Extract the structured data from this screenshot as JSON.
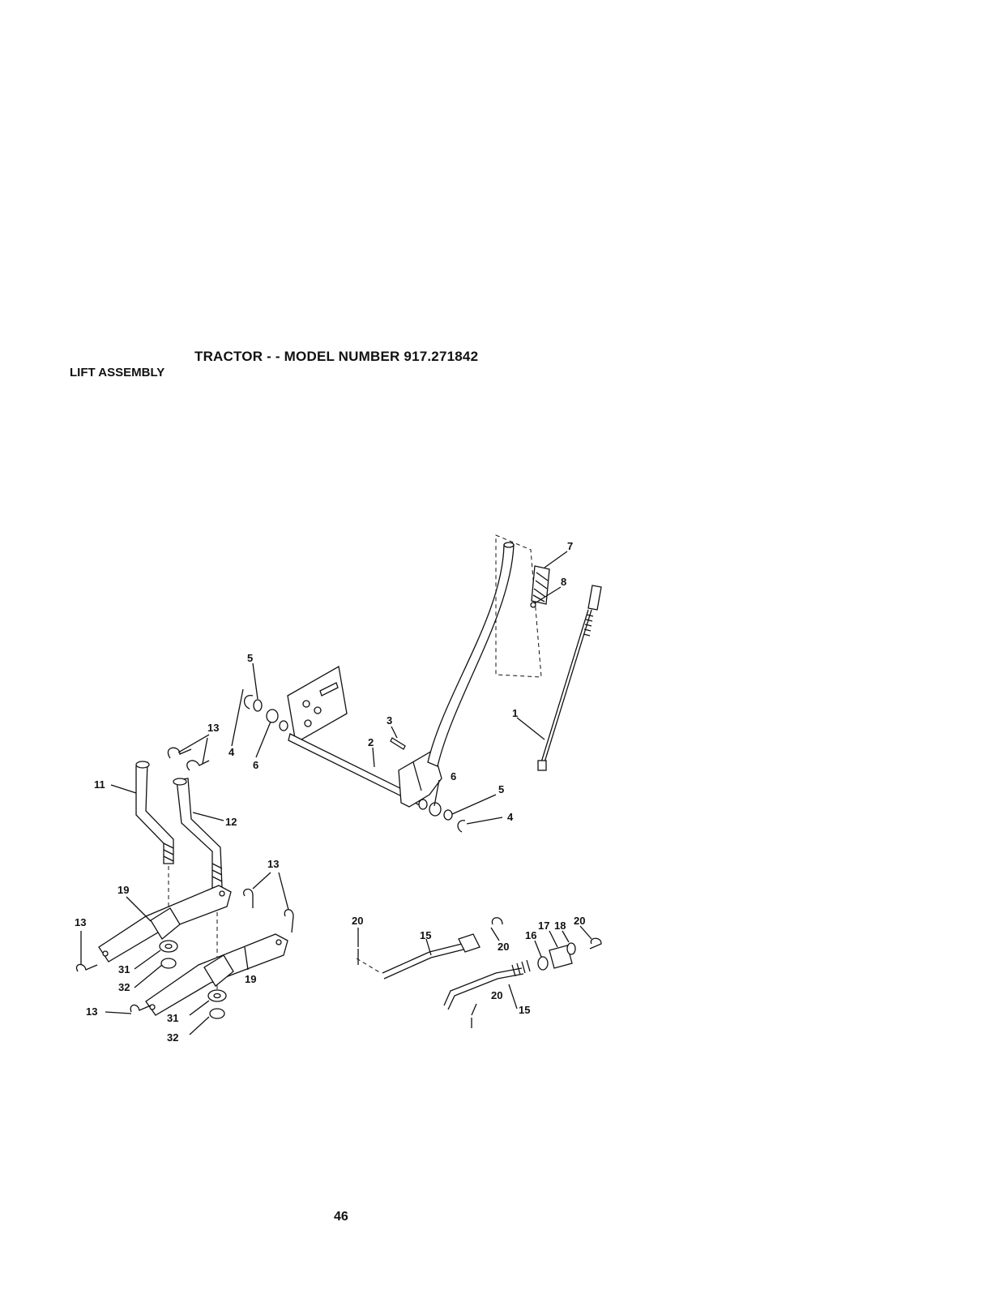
{
  "page": {
    "title": "TRACTOR - - MODEL NUMBER 917.271842",
    "section": "LIFT ASSEMBLY",
    "page_number": "46"
  },
  "callouts": [
    {
      "label": "1"
    },
    {
      "label": "2"
    },
    {
      "label": "3"
    },
    {
      "label": "4"
    },
    {
      "label": "4"
    },
    {
      "label": "5"
    },
    {
      "label": "5"
    },
    {
      "label": "6"
    },
    {
      "label": "6"
    },
    {
      "label": "7"
    },
    {
      "label": "8"
    },
    {
      "label": "11"
    },
    {
      "label": "12"
    },
    {
      "label": "13"
    },
    {
      "label": "13"
    },
    {
      "label": "13"
    },
    {
      "label": "13"
    },
    {
      "label": "15"
    },
    {
      "label": "15"
    },
    {
      "label": "16"
    },
    {
      "label": "17"
    },
    {
      "label": "18"
    },
    {
      "label": "19"
    },
    {
      "label": "19"
    },
    {
      "label": "20"
    },
    {
      "label": "20"
    },
    {
      "label": "20"
    },
    {
      "label": "20"
    },
    {
      "label": "31"
    },
    {
      "label": "31"
    },
    {
      "label": "32"
    },
    {
      "label": "32"
    }
  ]
}
